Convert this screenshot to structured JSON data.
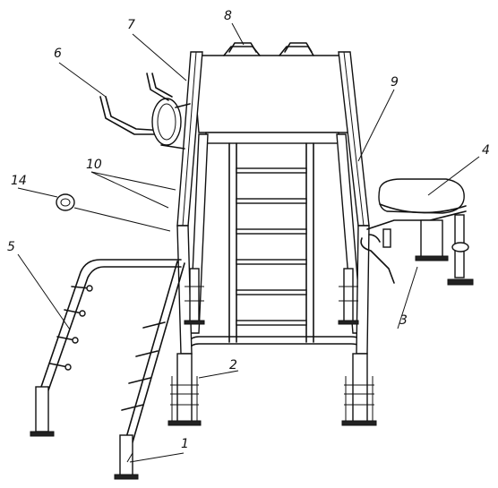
{
  "diagram": {
    "callouts": [
      {
        "id": "c1",
        "label": "1"
      },
      {
        "id": "c2",
        "label": "2"
      },
      {
        "id": "c3",
        "label": "3"
      },
      {
        "id": "c4",
        "label": "4"
      },
      {
        "id": "c5",
        "label": "5"
      },
      {
        "id": "c6",
        "label": "6"
      },
      {
        "id": "c7",
        "label": "7"
      },
      {
        "id": "c8",
        "label": "8"
      },
      {
        "id": "c9",
        "label": "9"
      },
      {
        "id": "c10",
        "label": "10"
      },
      {
        "id": "c14",
        "label": "14"
      }
    ]
  }
}
